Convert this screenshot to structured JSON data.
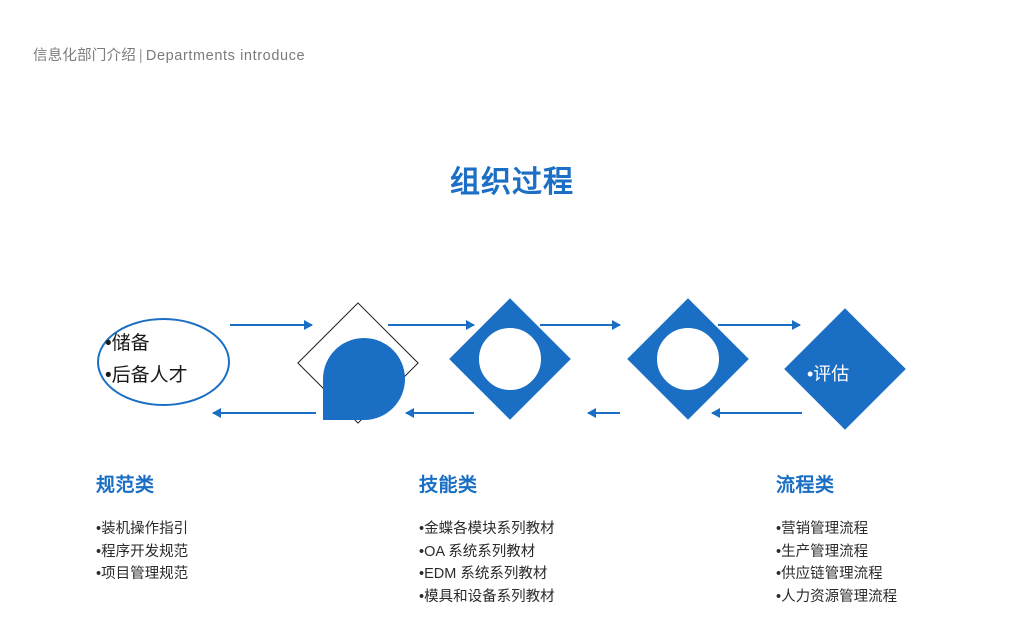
{
  "header": {
    "cn": "信息化部门介绍",
    "separator": "|",
    "en": "Departments introduce"
  },
  "title": "组织过程",
  "accent_color": "#1a6fc4",
  "diagram": {
    "start_node": {
      "shape": "ellipse",
      "lines": [
        "•储备",
        "•后备人才"
      ]
    },
    "stage_nodes": [
      {
        "shape": "diamond-outline-with-blue-blob",
        "label": ""
      },
      {
        "shape": "diamond-filled-with-circle",
        "label": ""
      },
      {
        "shape": "diamond-filled-with-circle",
        "label": ""
      }
    ],
    "end_node": {
      "shape": "diamond-filled",
      "label": "•评估"
    },
    "arrows": [
      {
        "direction": "right"
      },
      {
        "direction": "right"
      },
      {
        "direction": "right"
      },
      {
        "direction": "right"
      },
      {
        "direction": "left"
      },
      {
        "direction": "left"
      },
      {
        "direction": "left"
      }
    ]
  },
  "columns": [
    {
      "heading": "规范类",
      "items": [
        "•装机操作指引",
        "•程序开发规范",
        "•项目管理规范"
      ]
    },
    {
      "heading": "技能类",
      "items": [
        "•金蝶各模块系列教材",
        "•OA 系统系列教材",
        "•EDM 系统系列教材",
        "•模具和设备系列教材"
      ]
    },
    {
      "heading": "流程类",
      "items": [
        "•营销管理流程",
        "•生产管理流程",
        "•供应链管理流程",
        "•人力资源管理流程"
      ]
    }
  ]
}
